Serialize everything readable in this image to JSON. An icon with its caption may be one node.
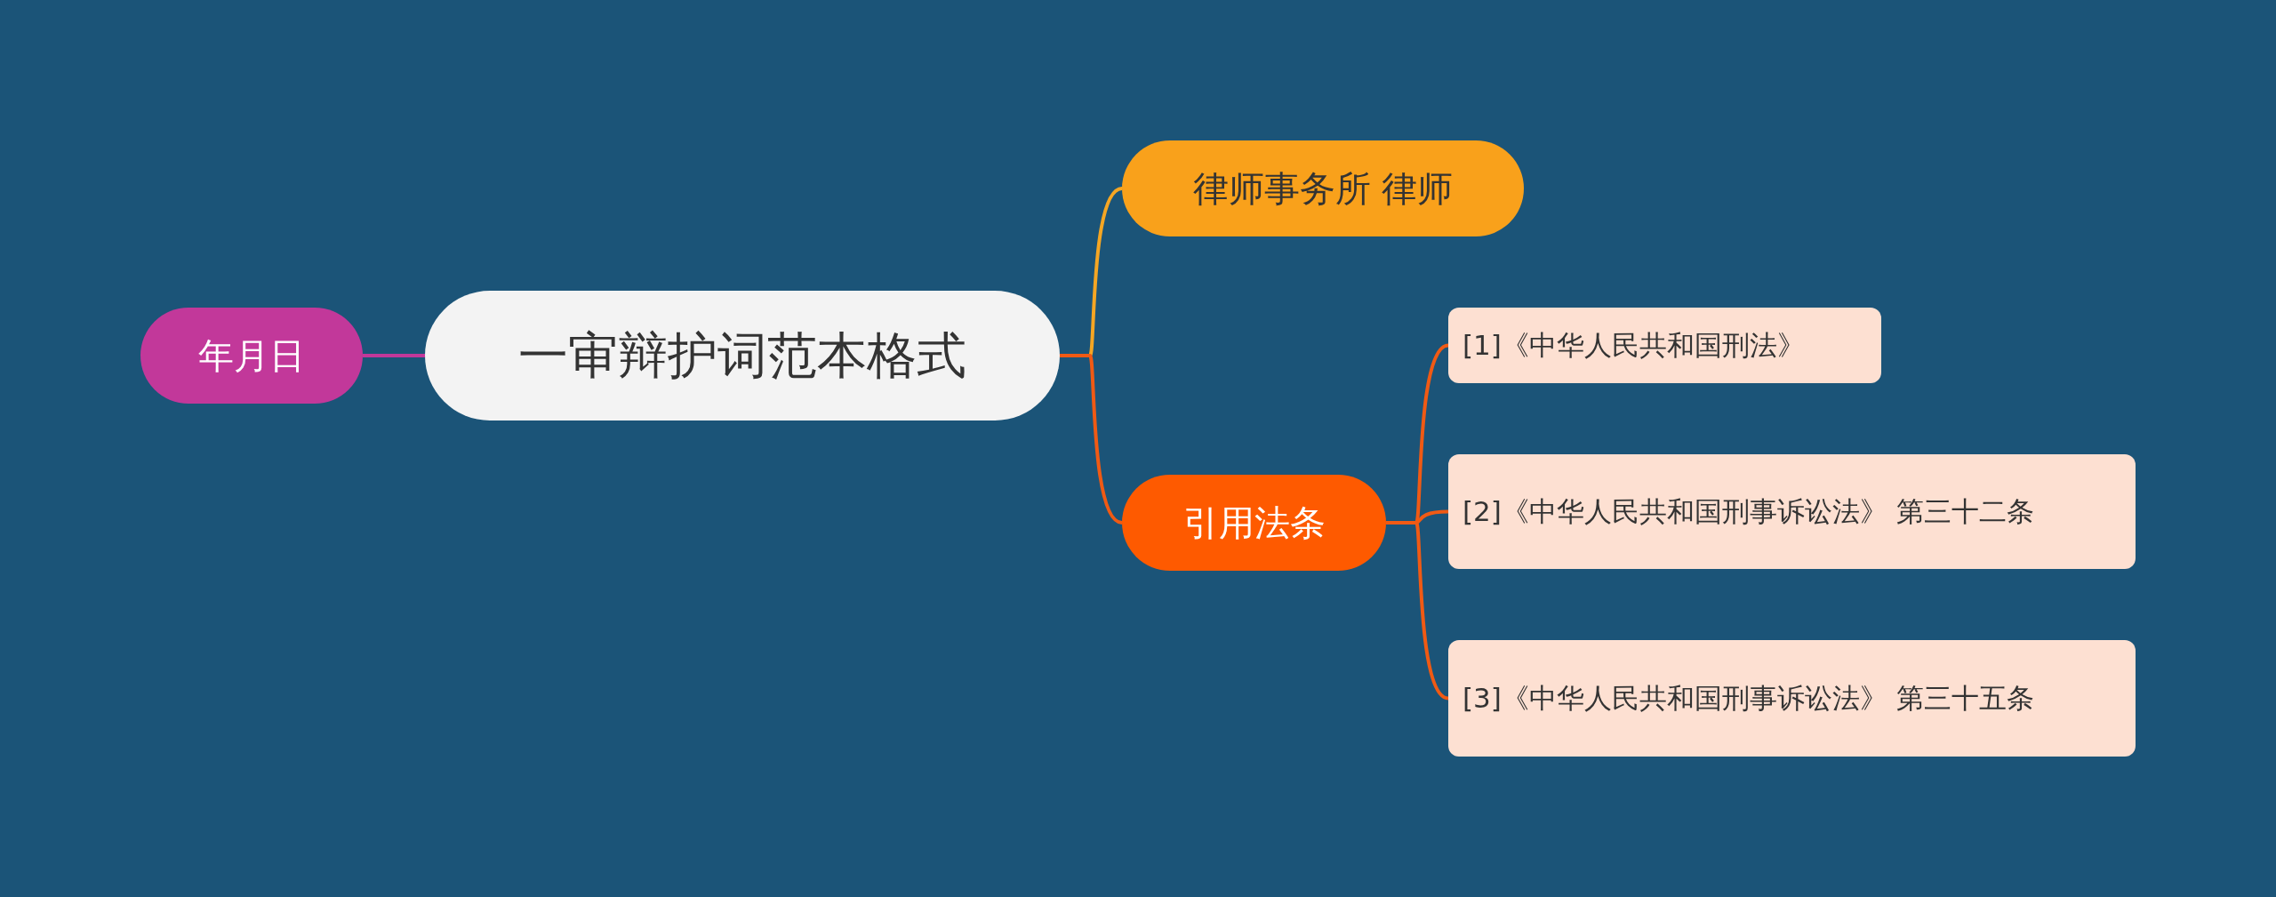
{
  "diagram": {
    "nodes": [
      {
        "text": [
          "一审辩护词范本格式"
        ]
      },
      {
        "text": [
          "年月日"
        ]
      },
      {
        "text": [
          "律师事务所 律师"
        ]
      },
      {
        "text": [
          "引用法条"
        ]
      },
      {
        "text": [
          "[1]《中华人民共和国刑法》"
        ]
      },
      {
        "text": [
          "[2]《中华人民共和国刑事诉讼法》 第三十二条"
        ]
      },
      {
        "text": [
          "[3]《中华人民共和国刑事诉讼法》 第三十五条"
        ]
      }
    ],
    "edges": [
      {
        "from": 0,
        "to": 1,
        "arrow": "none",
        "color": "#c2389a"
      },
      {
        "from": 0,
        "to": 2,
        "arrow": "none",
        "color": "#f5a623"
      },
      {
        "from": 0,
        "to": 3,
        "arrow": "none",
        "color": "#f05a14"
      },
      {
        "from": 3,
        "to": 4,
        "arrow": "none",
        "color": "#f05a14"
      },
      {
        "from": 3,
        "to": 5,
        "arrow": "none",
        "color": "#f05a14"
      },
      {
        "from": 3,
        "to": 6,
        "arrow": "none",
        "color": "#f05a14"
      }
    ]
  }
}
